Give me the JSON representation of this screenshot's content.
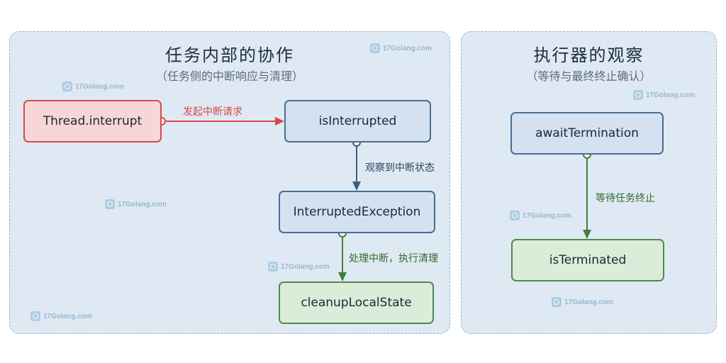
{
  "left_panel": {
    "title": "任务内部的协作",
    "subtitle": "（任务侧的中断响应与清理）",
    "nodes": {
      "thread_interrupt": "Thread.interrupt",
      "is_interrupted": "isInterrupted",
      "interrupted_exception": "InterruptedException",
      "cleanup_local_state": "cleanupLocalState"
    },
    "edges": {
      "request_interrupt": "发起中断请求",
      "observe_interrupt": "观察到中断状态",
      "handle_and_cleanup": "处理中断，执行清理"
    }
  },
  "right_panel": {
    "title": "执行器的观察",
    "subtitle": "（等待与最终终止确认）",
    "nodes": {
      "await_termination": "awaitTermination",
      "is_terminated": "isTerminated"
    },
    "edges": {
      "wait_tasks_end": "等待任务终止"
    }
  },
  "watermark": "17Golang.com",
  "colors": {
    "red": "#d9484a",
    "blue": "#3f5f82",
    "green": "#3f7f3b"
  }
}
